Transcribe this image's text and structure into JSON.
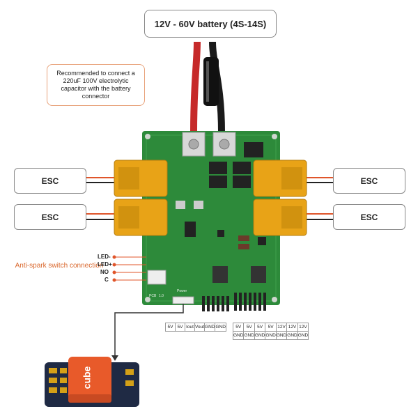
{
  "battery_label": "12V - 60V battery (4S-14S)",
  "capacitor_note": "Recommended to connect a 220uF 100V electrolytic capacitor with the battery connector",
  "esc_labels": [
    "ESC",
    "ESC",
    "ESC",
    "ESC"
  ],
  "anti_spark_label": "Anti-spark switch connection",
  "switch_pins": [
    "LED-",
    "LED+",
    "NO",
    "C"
  ],
  "power_header_pins": [
    "5V",
    "5V",
    "Iout",
    "Vout",
    "GND",
    "GND"
  ],
  "aux_header": {
    "top": [
      "5V",
      "5V",
      "5V",
      "5V",
      "12V",
      "12V",
      "12V"
    ],
    "bottom": [
      "GND",
      "GND",
      "GND",
      "GND",
      "GND",
      "GND",
      "GND"
    ]
  },
  "board_silk": {
    "power": "Power",
    "pcb": "PCB",
    "ver": "1.0"
  },
  "fc_brand": "cube",
  "colors": {
    "board": "#2d8a3a",
    "connector": "#e8a317",
    "accent_orange": "#d9662b",
    "fc_orange": "#e85a2a"
  }
}
